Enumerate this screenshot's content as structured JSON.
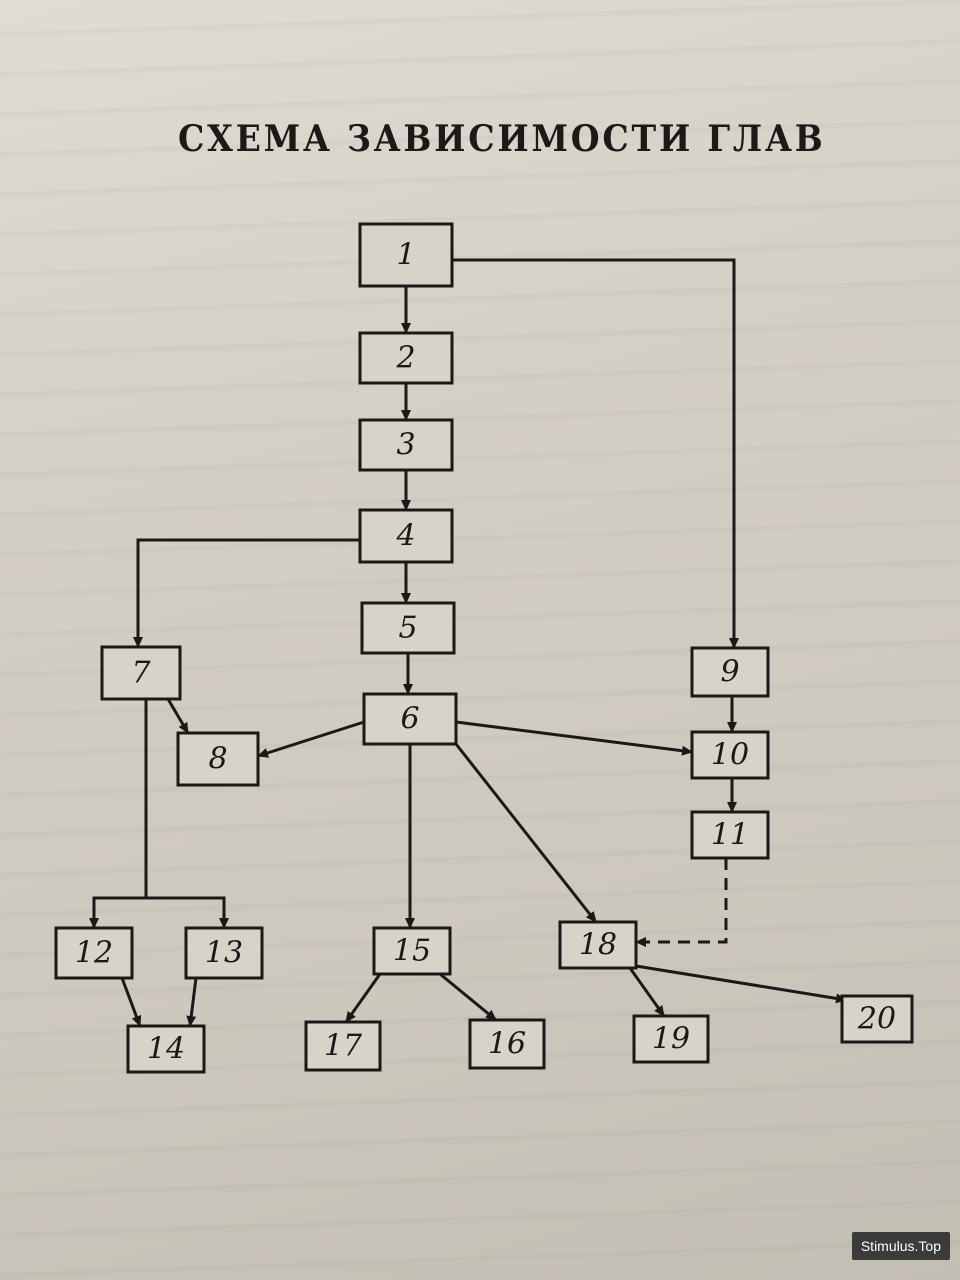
{
  "title": "СХЕМА ЗАВИСИМОСТИ ГЛАВ",
  "watermark": "Stimulus.Top",
  "colors": {
    "ink": "#1b1917",
    "paper": "#d8d3c9"
  },
  "nodes": [
    {
      "id": "1",
      "label": "1"
    },
    {
      "id": "2",
      "label": "2"
    },
    {
      "id": "3",
      "label": "3"
    },
    {
      "id": "4",
      "label": "4"
    },
    {
      "id": "5",
      "label": "5"
    },
    {
      "id": "6",
      "label": "6"
    },
    {
      "id": "7",
      "label": "7"
    },
    {
      "id": "8",
      "label": "8"
    },
    {
      "id": "9",
      "label": "9"
    },
    {
      "id": "10",
      "label": "10"
    },
    {
      "id": "11",
      "label": "11"
    },
    {
      "id": "12",
      "label": "12"
    },
    {
      "id": "13",
      "label": "13"
    },
    {
      "id": "14",
      "label": "14"
    },
    {
      "id": "15",
      "label": "15"
    },
    {
      "id": "16",
      "label": "16"
    },
    {
      "id": "17",
      "label": "17"
    },
    {
      "id": "18",
      "label": "18"
    },
    {
      "id": "19",
      "label": "19"
    },
    {
      "id": "20",
      "label": "20"
    }
  ],
  "edges": [
    {
      "from": "1",
      "to": "2"
    },
    {
      "from": "2",
      "to": "3"
    },
    {
      "from": "3",
      "to": "4"
    },
    {
      "from": "4",
      "to": "5"
    },
    {
      "from": "5",
      "to": "6"
    },
    {
      "from": "4",
      "to": "7"
    },
    {
      "from": "7",
      "to": "8"
    },
    {
      "from": "6",
      "to": "8"
    },
    {
      "from": "1",
      "to": "9"
    },
    {
      "from": "9",
      "to": "10"
    },
    {
      "from": "6",
      "to": "10"
    },
    {
      "from": "10",
      "to": "11"
    },
    {
      "from": "11",
      "to": "18",
      "style": "dashed"
    },
    {
      "from": "7",
      "to": "12"
    },
    {
      "from": "7",
      "to": "13"
    },
    {
      "from": "12",
      "to": "14"
    },
    {
      "from": "13",
      "to": "14"
    },
    {
      "from": "6",
      "to": "15"
    },
    {
      "from": "15",
      "to": "17"
    },
    {
      "from": "15",
      "to": "16"
    },
    {
      "from": "6",
      "to": "18"
    },
    {
      "from": "18",
      "to": "19"
    },
    {
      "from": "18",
      "to": "20"
    }
  ]
}
